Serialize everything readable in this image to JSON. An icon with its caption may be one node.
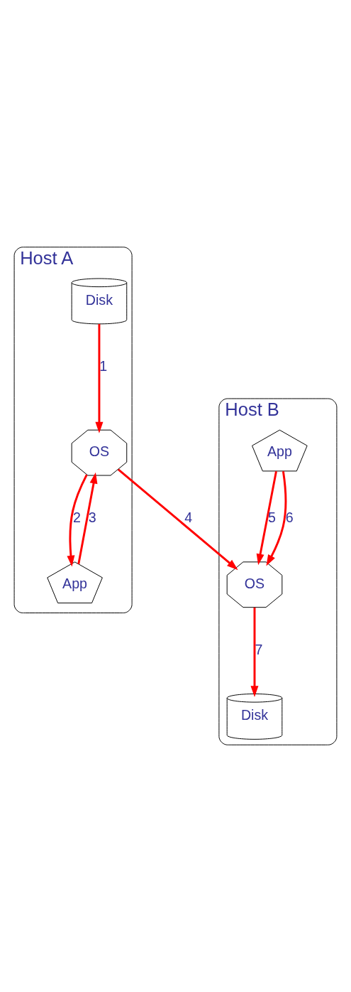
{
  "diagram": {
    "nodes": [
      {
        "text": [
          "Host A"
        ]
      },
      {
        "text": [
          "Disk"
        ],
        "in": 0
      },
      {
        "text": [
          "App"
        ],
        "in": 0
      },
      {
        "text": [
          "OS"
        ],
        "in": 0
      },
      {
        "text": [
          "Host B"
        ]
      },
      {
        "text": [
          "App"
        ],
        "in": 4
      },
      {
        "text": [
          "OS"
        ],
        "in": 4
      },
      {
        "text": [
          "Disk"
        ],
        "in": 4
      }
    ],
    "edges": [
      {
        "from": 1,
        "to": 3,
        "arrow": "to",
        "label": "1"
      },
      {
        "from": 3,
        "to": 2,
        "arrow": "to",
        "label": "2"
      },
      {
        "from": 2,
        "to": 3,
        "arrow": "to",
        "label": "3"
      },
      {
        "from": 3,
        "to": 6,
        "arrow": "to",
        "label": "4"
      },
      {
        "from": 5,
        "to": 6,
        "arrow": "to",
        "label": "5"
      },
      {
        "from": 5,
        "to": 6,
        "arrow": "to",
        "label": "6"
      },
      {
        "from": 6,
        "to": 7,
        "arrow": "to",
        "label": "7"
      }
    ]
  }
}
